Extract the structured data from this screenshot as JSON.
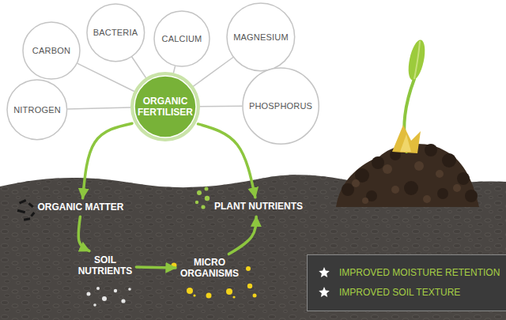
{
  "diagram": {
    "nodes": [
      {
        "text": [
          "CARBON"
        ]
      },
      {
        "text": [
          "BACTERIA"
        ]
      },
      {
        "text": [
          "CALCIUM"
        ]
      },
      {
        "text": [
          "MAGNESIUM"
        ]
      },
      {
        "text": [
          "NITROGEN"
        ]
      },
      {
        "text": [
          "ORGANIC FERTILISER"
        ]
      },
      {
        "text": [
          "PHOSPHORUS"
        ]
      },
      {
        "text": [
          "ORGANIC MATTER"
        ]
      },
      {
        "text": [
          "PLANT NUTRIENTS"
        ]
      },
      {
        "text": [
          "SOIL NUTRIENTS"
        ]
      },
      {
        "text": [
          "MICRO ORGANISMS"
        ]
      },
      {
        "text": [
          "IMPROVED MOISTURE RETENTION",
          "IMPROVED SOIL TEXTURE"
        ]
      }
    ],
    "edges": [
      {
        "from": 5,
        "to": 0,
        "arrow": "none"
      },
      {
        "from": 5,
        "to": 1,
        "arrow": "none"
      },
      {
        "from": 5,
        "to": 2,
        "arrow": "none"
      },
      {
        "from": 5,
        "to": 3,
        "arrow": "none"
      },
      {
        "from": 5,
        "to": 4,
        "arrow": "none"
      },
      {
        "from": 5,
        "to": 6,
        "arrow": "none"
      },
      {
        "from": 5,
        "to": 7,
        "arrow": "to"
      },
      {
        "from": 5,
        "to": 8,
        "arrow": "to"
      },
      {
        "from": 7,
        "to": 9,
        "arrow": "to"
      },
      {
        "from": 9,
        "to": 10,
        "arrow": "to"
      },
      {
        "from": 10,
        "to": 8,
        "arrow": "to"
      }
    ]
  }
}
